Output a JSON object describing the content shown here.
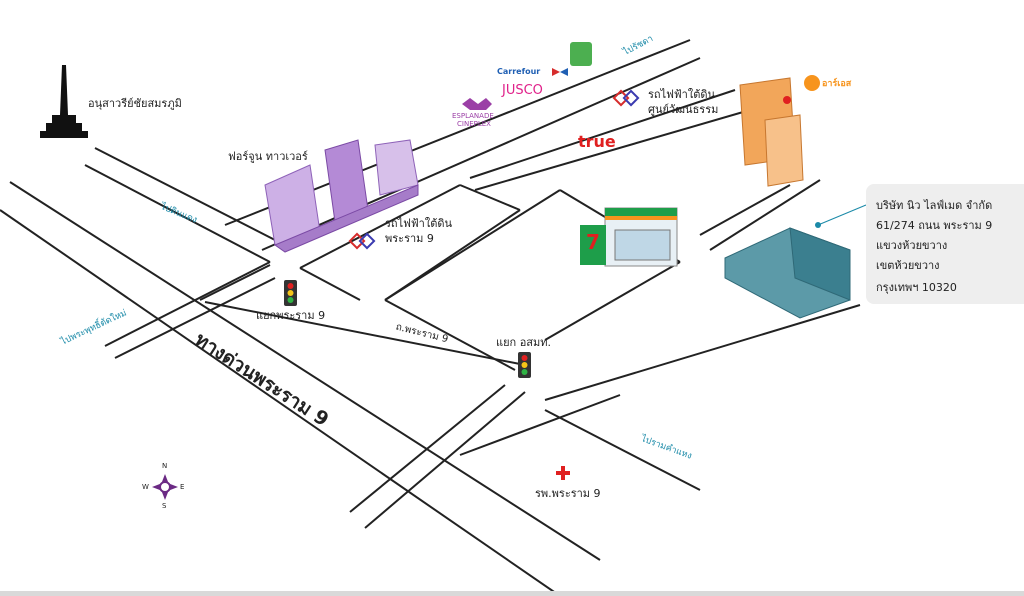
{
  "labels": {
    "monument": "อนุสาวรีย์ชัยสมรภูมิ",
    "fortune_tower": "ฟอร์จูน ทาวเวอร์",
    "mrt_rama9": "รถไฟฟ้าใต้ดิน",
    "mrt_rama9_line2": "พระราม 9",
    "mrt_cultural_line1": "รถไฟฟ้าใต้ดิน",
    "mrt_cultural_line2": "ศูนย์วัฒนธรรม",
    "rama9_intersection": "แยกพระราม 9",
    "rama9_road": "ถ.พระราม 9",
    "osmth_intersection": "แยก อสมท.",
    "hospital": "รพ.พระราม 9",
    "expressway": "ทางด่วนพระราม 9"
  },
  "directions": {
    "to_ratchada": "ไปรัชดา",
    "to_dindaeng": "ไปดินแดง",
    "to_pradit": "ไปพระพุทธิ์ตัดใหม่",
    "to_ramkhamhaeng": "ไปรามคำแหง"
  },
  "brands": {
    "carrefour": "Carrefour",
    "jusco": "JUSCO",
    "esplanade_1": "ESPLANADE",
    "esplanade_2": "CINEPLEX",
    "true": "true",
    "rs": "อาร์เอส",
    "seven": "7"
  },
  "compass": {
    "n": "N",
    "s": "S",
    "e": "E",
    "w": "W"
  },
  "address": {
    "line1": "บริษัท นิว ไลฟ์เมด จำกัด",
    "line2": "61/274 ถนน พระราม 9",
    "line3": "แขวงห้วยขวาง",
    "line4": "เขตห้วยขวาง",
    "line5": "กรุงเทพฯ 10320"
  },
  "colors": {
    "road_stroke": "#222222",
    "direction_text": "#1b8aa8",
    "building_purple": "#b48ad6",
    "building_orange": "#f2a65a",
    "building_teal": "#3b7f8f",
    "seven_green": "#1e9e4a",
    "hospital_red": "#e02020",
    "compass_purple": "#6b2a84"
  }
}
